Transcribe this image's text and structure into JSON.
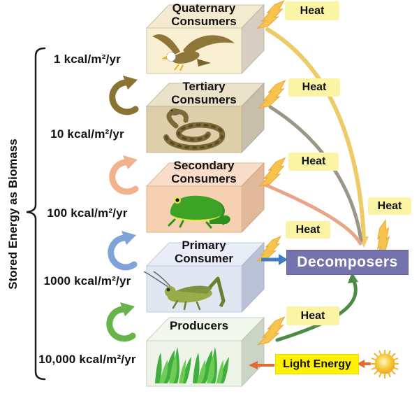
{
  "axis": {
    "label": "Stored Energy as Biomass",
    "energy_labels": [
      "1 kcal/m²/yr",
      "10 kcal/m²/yr",
      "100 kcal/m²/yr",
      "1000 kcal/m²/yr",
      "10,000 kcal/m²/yr"
    ]
  },
  "pyramid": {
    "levels": [
      {
        "line1": "Quaternary",
        "line2": "Consumers",
        "organism_icon": "eagle-icon",
        "energy": "1 kcal/m²/yr",
        "front_color": "#f9efd2",
        "top_color": "#f4ead0",
        "side_color": "#d6cec0"
      },
      {
        "line1": "Tertiary",
        "line2": "Consumers",
        "organism_icon": "snake-icon",
        "energy": "10 kcal/m²/yr",
        "front_color": "#dccfaa",
        "top_color": "#eae1c9",
        "side_color": "#c7beac"
      },
      {
        "line1": "Secondary",
        "line2": "Consumers",
        "organism_icon": "frog-icon",
        "energy": "100 kcal/m²/yr",
        "front_color": "#f6d1b1",
        "top_color": "#f9ddc8",
        "side_color": "#e2b99b"
      },
      {
        "line1": "Primary",
        "line2": "Consumer",
        "organism_icon": "grasshopper-icon",
        "energy": "1000 kcal/m²/yr",
        "front_color": "#e0e6f2",
        "top_color": "#e9edf7",
        "side_color": "#bac3d5"
      },
      {
        "line1": "Producers",
        "line2": "",
        "organism_icon": "grass-icon",
        "energy": "10,000 kcal/m²/yr",
        "front_color": "#eef5e8",
        "top_color": "#f3f8ef",
        "side_color": "#cbd5c5"
      }
    ]
  },
  "heat": {
    "label": "Heat",
    "count": 6,
    "bg_color": "#faf4a4"
  },
  "decomposers": {
    "label": "Decomposers",
    "bg_color": "#7473ad"
  },
  "light_energy": {
    "label": "Light Energy",
    "bg_color": "#fff100"
  },
  "arrows": {
    "trophic_step_colors": [
      "#8a7434",
      "#f1b28d",
      "#7fa2d8",
      "#67b34c"
    ],
    "heat_flow_to_decomposers": {
      "quaternary": "#edcb66",
      "tertiary": "#9c9689",
      "secondary": "#e8a687"
    },
    "producers_to_decomposers_color": "#4e8b44",
    "primary_to_decomposers_color": "#3d7dc5",
    "light_energy_arrow_color": "#e06c35",
    "lightning_bolt_color": "#f7c34c"
  }
}
